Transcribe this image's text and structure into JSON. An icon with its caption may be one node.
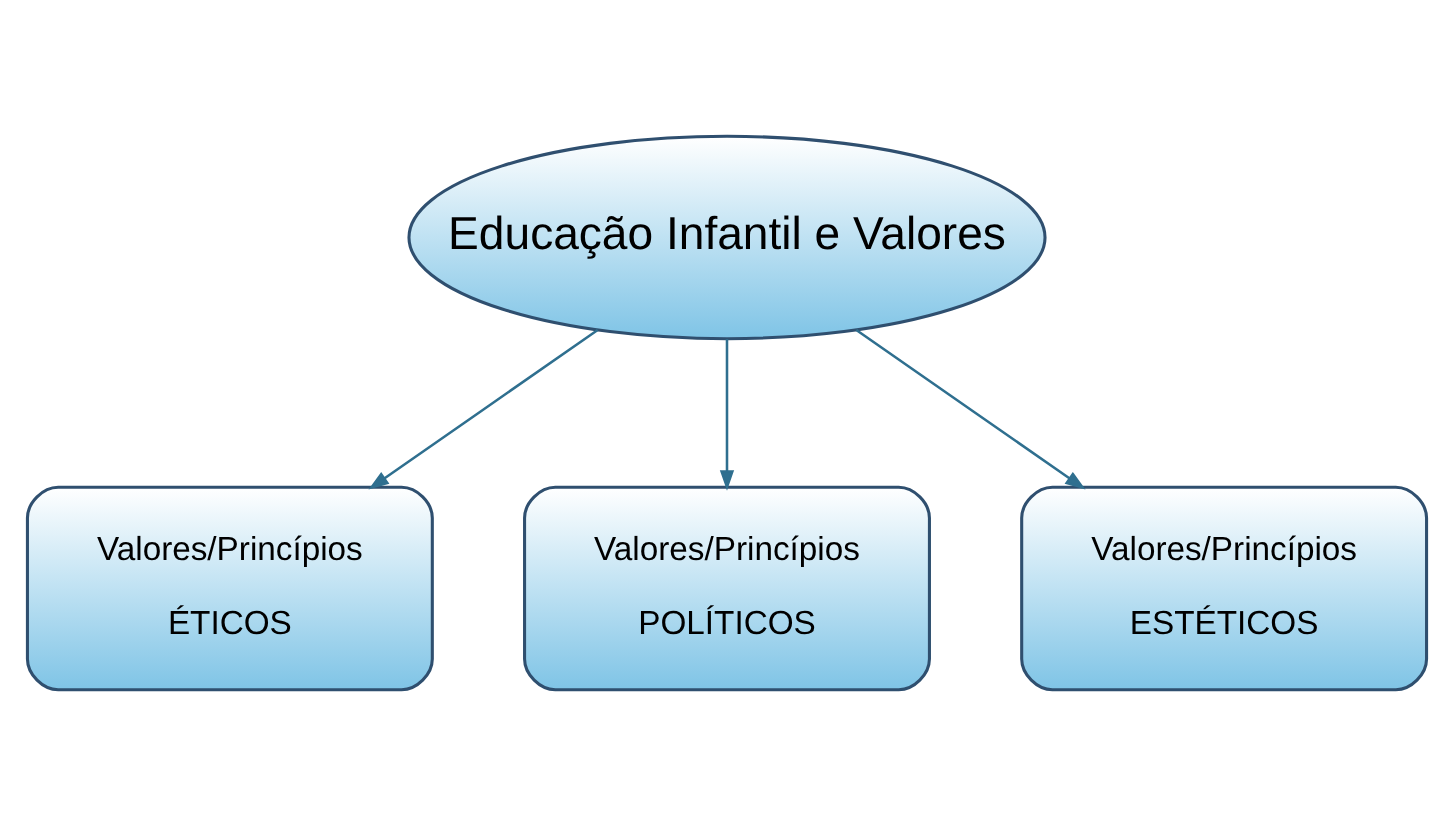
{
  "diagram": {
    "nodes": [
      {
        "text": [
          "Educação Infantil e Valores"
        ]
      },
      {
        "text": [
          "Valores/Princípios",
          "ÉTICOS"
        ]
      },
      {
        "text": [
          "Valores/Princípios",
          "POLÍTICOS"
        ]
      },
      {
        "text": [
          "Valores/Princípios",
          "ESTÉTICOS"
        ]
      }
    ],
    "edges": [
      {
        "from": 0,
        "to": 1,
        "arrow": "to"
      },
      {
        "from": 0,
        "to": 2,
        "arrow": "to"
      },
      {
        "from": 0,
        "to": 3,
        "arrow": "to"
      }
    ]
  }
}
